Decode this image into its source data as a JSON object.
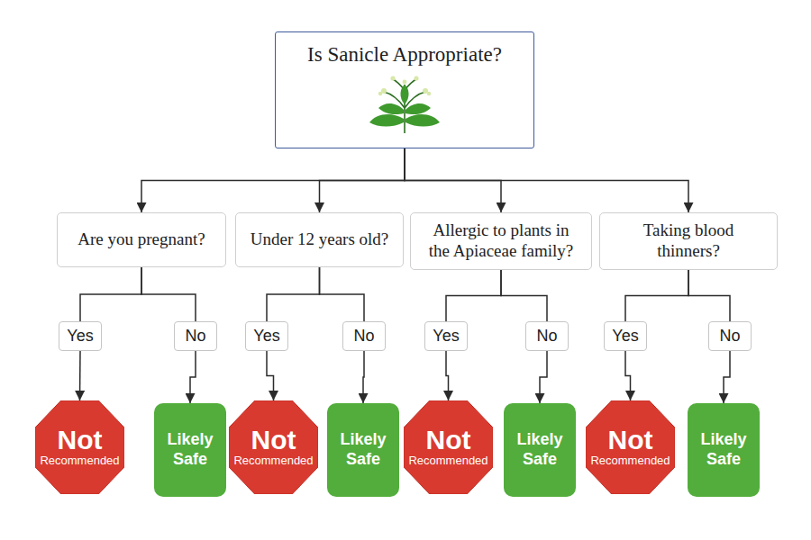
{
  "diagram": {
    "nodes": [
      {
        "text": [
          "Is Sanicle Appropriate?"
        ]
      },
      {
        "text": [
          "Are you pregnant?"
        ]
      },
      {
        "text": [
          "Under 12 years old?"
        ]
      },
      {
        "text": [
          "Allergic to plants in the Apiaceae family?"
        ]
      },
      {
        "text": [
          "Taking blood thinners?"
        ]
      },
      {
        "text": [
          "Yes"
        ]
      },
      {
        "text": [
          "No"
        ]
      },
      {
        "text": [
          "Yes"
        ]
      },
      {
        "text": [
          "No"
        ]
      },
      {
        "text": [
          "Yes"
        ]
      },
      {
        "text": [
          "No"
        ]
      },
      {
        "text": [
          "Yes"
        ]
      },
      {
        "text": [
          "No"
        ]
      },
      {
        "text": [
          "Not",
          "Recommended"
        ]
      },
      {
        "text": [
          "Likely Safe"
        ]
      },
      {
        "text": [
          "Not",
          "Recommended"
        ]
      },
      {
        "text": [
          "Likely Safe"
        ]
      },
      {
        "text": [
          "Not",
          "Recommended"
        ]
      },
      {
        "text": [
          "Likely Safe"
        ]
      },
      {
        "text": [
          "Not",
          "Recommended"
        ]
      },
      {
        "text": [
          "Likely Safe"
        ]
      }
    ],
    "edges": [
      {
        "from": 0,
        "to": 1,
        "arrow": "to"
      },
      {
        "from": 0,
        "to": 2,
        "arrow": "to"
      },
      {
        "from": 0,
        "to": 3,
        "arrow": "to"
      },
      {
        "from": 0,
        "to": 4,
        "arrow": "to"
      },
      {
        "from": 1,
        "to": 5,
        "arrow": "none"
      },
      {
        "from": 1,
        "to": 6,
        "arrow": "none"
      },
      {
        "from": 2,
        "to": 7,
        "arrow": "none"
      },
      {
        "from": 2,
        "to": 8,
        "arrow": "none"
      },
      {
        "from": 3,
        "to": 9,
        "arrow": "none"
      },
      {
        "from": 3,
        "to": 10,
        "arrow": "none"
      },
      {
        "from": 4,
        "to": 11,
        "arrow": "none"
      },
      {
        "from": 4,
        "to": 12,
        "arrow": "none"
      },
      {
        "from": 5,
        "to": 13,
        "arrow": "to"
      },
      {
        "from": 6,
        "to": 14,
        "arrow": "to"
      },
      {
        "from": 7,
        "to": 15,
        "arrow": "to"
      },
      {
        "from": 8,
        "to": 16,
        "arrow": "to"
      },
      {
        "from": 9,
        "to": 17,
        "arrow": "to"
      },
      {
        "from": 10,
        "to": 18,
        "arrow": "to"
      },
      {
        "from": 11,
        "to": 19,
        "arrow": "to"
      },
      {
        "from": 12,
        "to": 20,
        "arrow": "to"
      }
    ]
  }
}
